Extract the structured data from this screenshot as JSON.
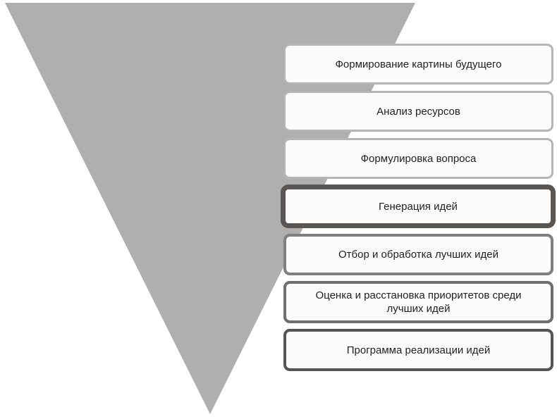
{
  "diagram": {
    "type": "inverted-funnel-with-steps",
    "funnel_color": "#b0afb0",
    "steps": [
      {
        "label": "Формирование картины будущего",
        "border_color": "#b5b5b5",
        "border_width": 3
      },
      {
        "label": "Анализ ресурсов",
        "border_color": "#b5b5b5",
        "border_width": 3
      },
      {
        "label": "Формулировка вопроса",
        "border_color": "#b5b5b5",
        "border_width": 3
      },
      {
        "label": "Генерация идей",
        "border_color": "#595553",
        "border_width": 7
      },
      {
        "label": "Отбор и обработка лучших идей",
        "border_color": "#7f7f7f",
        "border_width": 4
      },
      {
        "label": "Оценка и расстановка приоритетов среди лучших идей",
        "border_color": "#6e6e6e",
        "border_width": 4
      },
      {
        "label": "Программа реализации идей",
        "border_color": "#555555",
        "border_width": 4
      }
    ]
  }
}
